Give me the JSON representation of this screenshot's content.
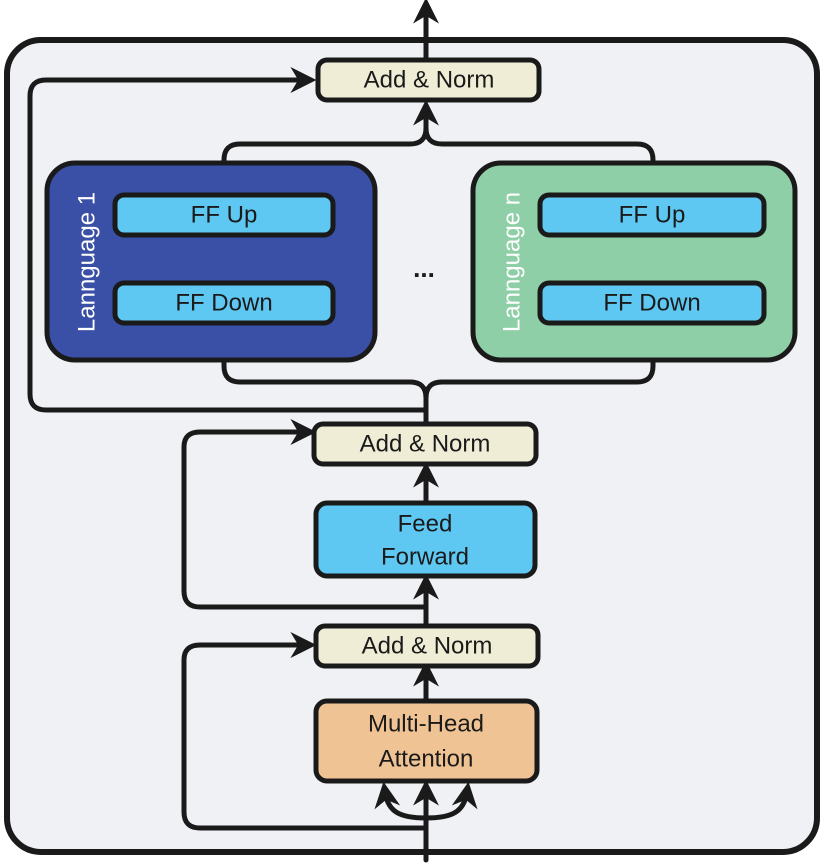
{
  "colors": {
    "outer_block": "#f0f1f5",
    "add_norm": "#efedd6",
    "feed_forward": "#5ec8f3",
    "ff_layer": "#5ec8f3",
    "attention": "#f0c394",
    "language_1": "#3a4fa6",
    "language_n": "#8fcfa7",
    "stroke": "#1a1a1a"
  },
  "blocks": {
    "attention_label_line1": "Multi-Head",
    "attention_label_line2": "Attention",
    "add_norm_1": "Add & Norm",
    "feed_forward_line1": "Feed",
    "feed_forward_line2": "Forward",
    "add_norm_2": "Add & Norm",
    "add_norm_3": "Add & Norm"
  },
  "language_modules": [
    {
      "label": "Lannguage 1",
      "ff_up": "FF Up",
      "ff_down": "FF Down"
    },
    {
      "label": "Lannguage n",
      "ff_up": "FF Up",
      "ff_down": "FF Down"
    }
  ],
  "ellipsis": "..."
}
